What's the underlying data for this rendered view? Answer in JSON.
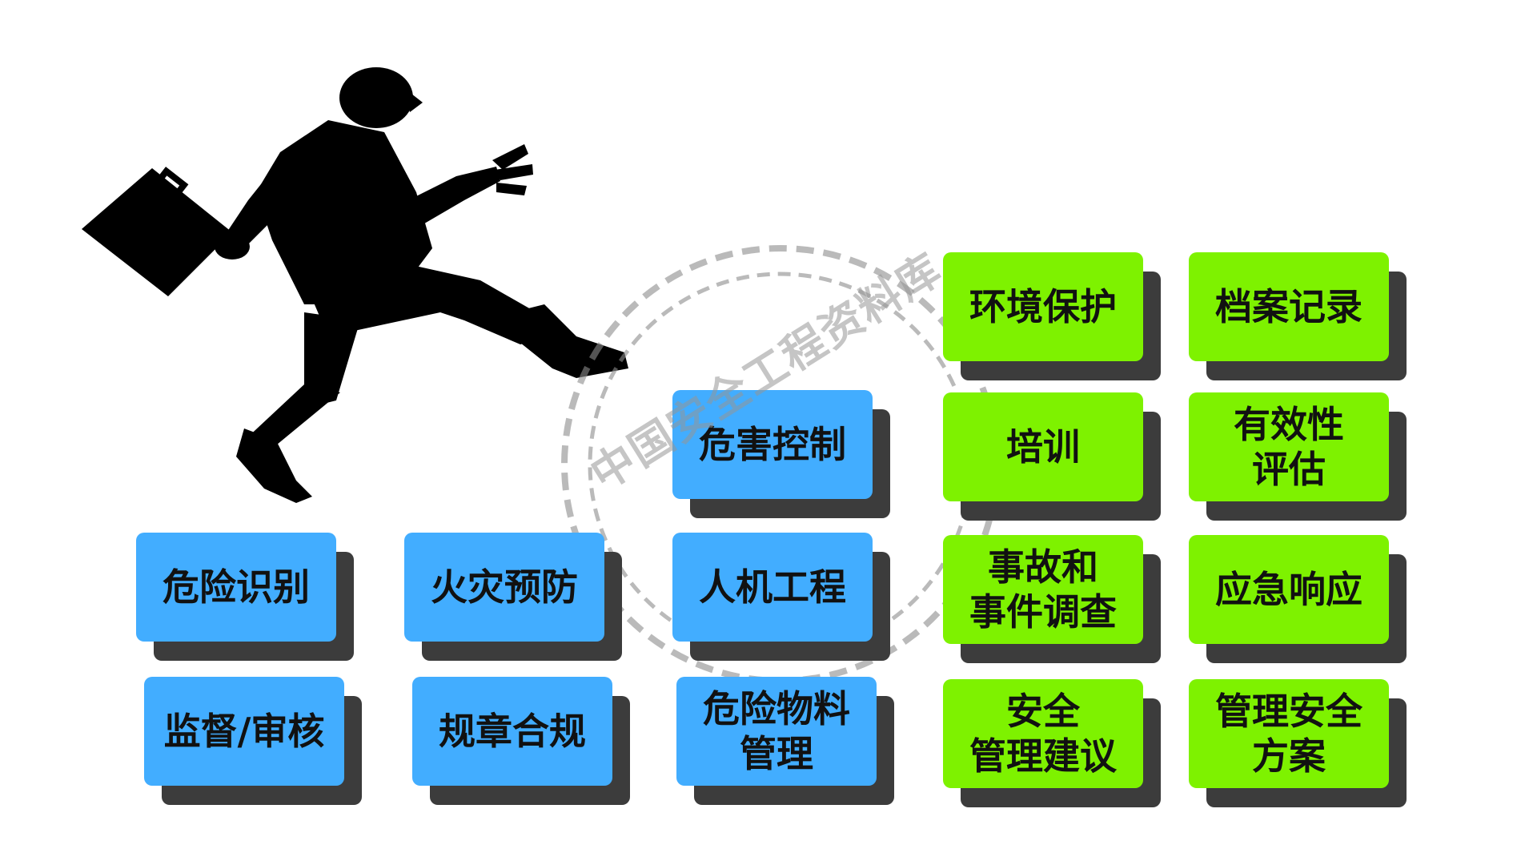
{
  "boxes": {
    "hazard_identification": "危险识别",
    "fire_prevention": "火灾预防",
    "hazard_control": "危害控制",
    "ergonomics": "人机工程",
    "environmental_protection": "环境保护",
    "records": "档案记录",
    "training": "培训",
    "effectiveness_evaluation": "有效性\n评估",
    "incident_investigation": "事故和\n事件调查",
    "emergency_response": "应急响应",
    "supervision_audit": "监督/审核",
    "compliance": "规章合规",
    "hazardous_materials": "危险物料\n管理",
    "safety_management_advice": "安全\n管理建议",
    "safety_management_plan": "管理安全\n方案"
  },
  "watermark": {
    "text": "中国安全工程资料库"
  },
  "colors": {
    "blue": "#42adff",
    "green": "#7ef200",
    "shadow": "#3c3c3c"
  },
  "icons": {
    "silhouette": "businessman-running-icon",
    "stamp": "dashed-circle-stamp-icon"
  }
}
